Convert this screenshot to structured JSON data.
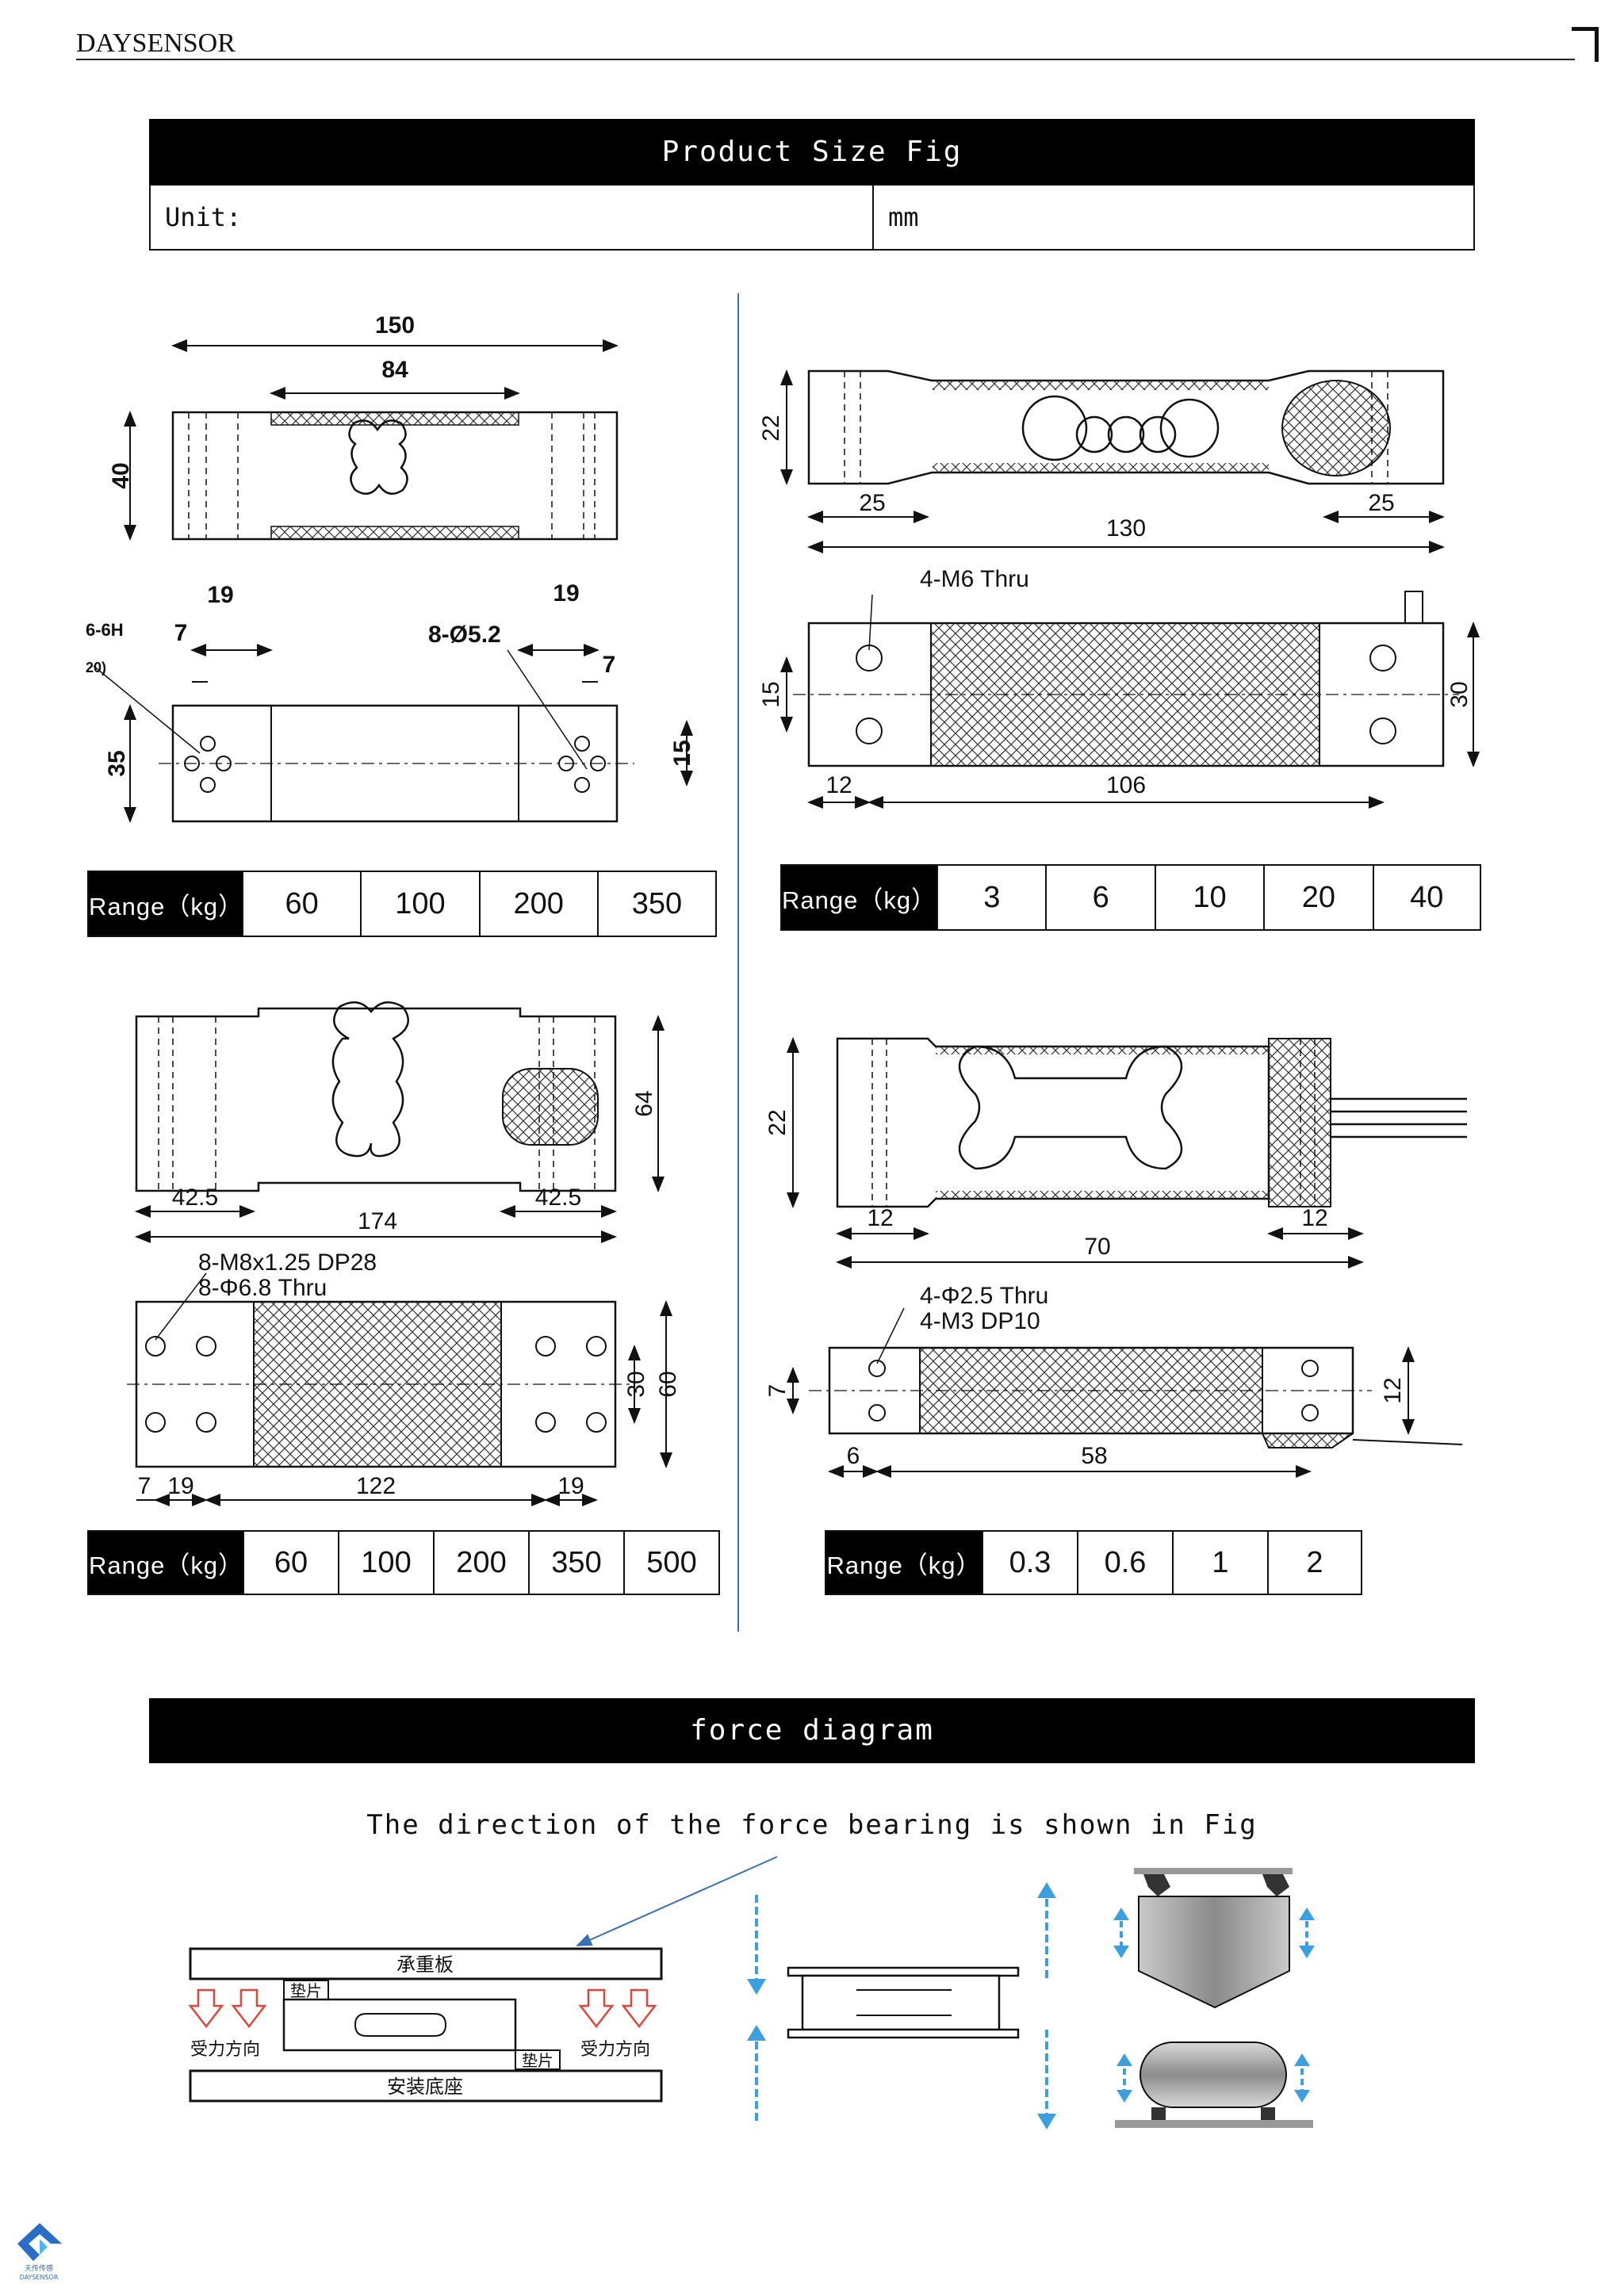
{
  "header": {
    "brand": "DAYSENSOR"
  },
  "size_section": {
    "title": "Product Size Fig",
    "unit_label": "Unit:",
    "unit_value": "mm"
  },
  "fig1": {
    "dims": {
      "d150": "150",
      "d84": "84",
      "d40": "40",
      "d19a": "19",
      "d19b": "19",
      "d7a": "7",
      "d7b": "7",
      "d35": "35",
      "d15": "15",
      "m6h": "6-6H",
      "m6h_depth": "20)",
      "holes": "8-Ø5.2"
    },
    "range": {
      "label": "Range（kg）",
      "values": [
        "60",
        "100",
        "200",
        "350"
      ]
    }
  },
  "fig2": {
    "dims": {
      "d22": "22",
      "d25a": "25",
      "d25b": "25",
      "d130": "130",
      "thread": "4-M6 Thru",
      "d15": "15",
      "d30": "30",
      "d12": "12",
      "d106": "106"
    },
    "range": {
      "label": "Range（kg）",
      "values": [
        "3",
        "6",
        "10",
        "20",
        "40"
      ]
    }
  },
  "fig3": {
    "dims": {
      "d64": "64",
      "d42a": "42.5",
      "d42b": "42.5",
      "d174": "174",
      "thread": "8-M8x1.25 DP28",
      "thru": "8-Φ6.8 Thru",
      "d30": "30",
      "d60": "60",
      "d7": "7",
      "d19a": "19",
      "d122": "122",
      "d19b": "19"
    },
    "range": {
      "label": "Range（kg）",
      "values": [
        "60",
        "100",
        "200",
        "350",
        "500"
      ]
    }
  },
  "fig4": {
    "dims": {
      "d22": "22",
      "d12a": "12",
      "d12b": "12",
      "d70": "70",
      "thru": "4-Φ2.5 Thru",
      "thread": "4-M3 DP10",
      "d7": "7",
      "d12c": "12",
      "d6": "6",
      "d58": "58"
    },
    "range": {
      "label": "Range（kg）",
      "values": [
        "0.3",
        "0.6",
        "1",
        "2"
      ]
    }
  },
  "force_section": {
    "title": "force diagram",
    "caption": "The direction of the force bearing is shown in Fig",
    "labels": {
      "top_plate": "承重板",
      "pad_top": "垫片",
      "pad_bottom": "垫片",
      "force_left": "受力方向",
      "force_right": "受力方向",
      "base": "安装底座"
    }
  },
  "footer": {
    "logo_cn": "天传传感",
    "logo_en": "DAYSENSOR"
  },
  "colors": {
    "bar_bg": "#000000",
    "divider": "#3b6fb3",
    "arrow_blue": "#2f8fd8",
    "force_red": "#e0463c"
  }
}
